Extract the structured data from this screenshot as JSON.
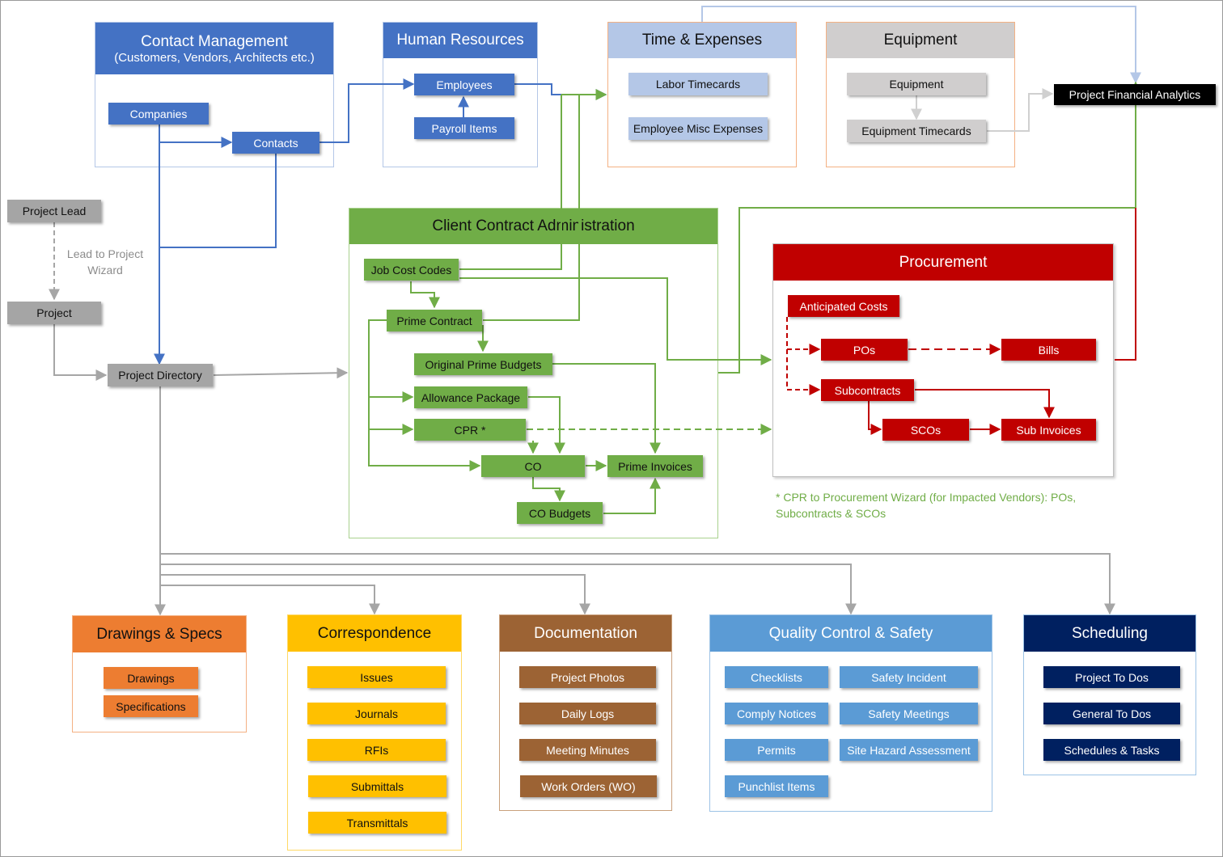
{
  "colors": {
    "blue": "#4472c4",
    "light_blue": "#b4c7e7",
    "grey": "#d0cece",
    "dark_grey": "#a5a5a5",
    "green": "#70ad47",
    "red": "#c00000",
    "orange": "#ed7d31",
    "yellow": "#ffc000",
    "brown": "#9c6334",
    "qc_blue": "#5b9bd5",
    "navy": "#002060",
    "black": "#000000"
  },
  "contact_management": {
    "title": "Contact Management",
    "subtitle": "(Customers, Vendors, Architects etc.)",
    "companies": "Companies",
    "contacts": "Contacts"
  },
  "human_resources": {
    "title": "Human Resources",
    "employees": "Employees",
    "payroll_items": "Payroll Items"
  },
  "time_expenses": {
    "title": "Time & Expenses",
    "labor_timecards": "Labor Timecards",
    "employee_misc_expenses": "Employee Misc Expenses"
  },
  "equipment": {
    "title": "Equipment",
    "equipment": "Equipment",
    "equipment_timecards": "Equipment Timecards"
  },
  "project_financial_analytics": "Project Financial Analytics",
  "project_lead": "Project Lead",
  "lead_wizard_label": "Lead to Project Wizard",
  "project": "Project",
  "project_directory": "Project Directory",
  "client_contract": {
    "title": "Client Contract Administration",
    "job_cost_codes": "Job Cost Codes",
    "prime_contract": "Prime Contract",
    "original_prime_budgets": "Original Prime Budgets",
    "allowance_package": "Allowance Package",
    "cpr": "CPR *",
    "co": "CO",
    "prime_invoices": "Prime Invoices",
    "co_budgets": "CO Budgets"
  },
  "procurement": {
    "title": "Procurement",
    "anticipated_costs": "Anticipated Costs",
    "pos": "POs",
    "bills": "Bills",
    "subcontracts": "Subcontracts",
    "scos": "SCOs",
    "sub_invoices": "Sub Invoices"
  },
  "cpr_note": "* CPR to Procurement Wizard (for Impacted Vendors): POs, Subcontracts & SCOs",
  "drawings_specs": {
    "title": "Drawings & Specs",
    "items": [
      "Drawings",
      "Specifications"
    ]
  },
  "correspondence": {
    "title": "Correspondence",
    "items": [
      "Issues",
      "Journals",
      "RFIs",
      "Submittals",
      "Transmittals"
    ]
  },
  "documentation": {
    "title": "Documentation",
    "items": [
      "Project Photos",
      "Daily Logs",
      "Meeting Minutes",
      "Work Orders (WO)"
    ]
  },
  "quality_safety": {
    "title": "Quality Control & Safety",
    "items": [
      "Checklists",
      "Safety Incident",
      "Comply Notices",
      "Safety Meetings",
      "Permits",
      "Site Hazard Assessment",
      "Punchlist Items"
    ]
  },
  "scheduling": {
    "title": "Scheduling",
    "items": [
      "Project To Dos",
      "General To Dos",
      "Schedules & Tasks"
    ]
  }
}
